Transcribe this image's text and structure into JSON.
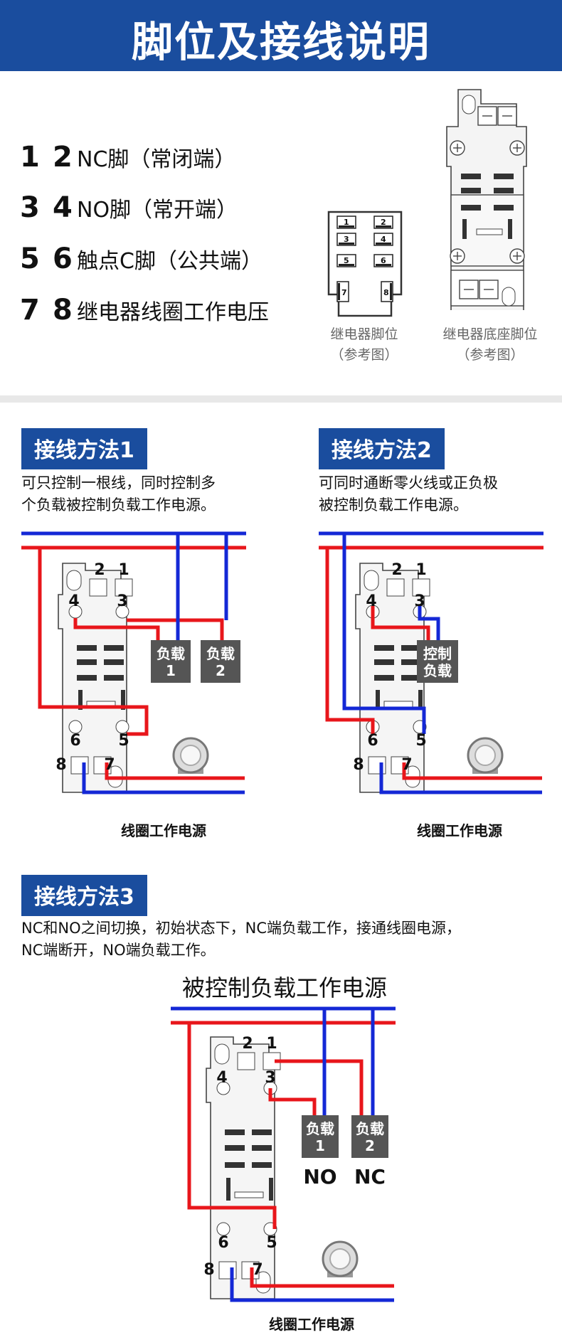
{
  "header": {
    "title": "脚位及接线说明"
  },
  "pins": [
    {
      "n1": "1",
      "n2": "2",
      "desc": "NC脚（常闭端）"
    },
    {
      "n1": "3",
      "n2": "4",
      "desc": "NO脚（常开端）"
    },
    {
      "n1": "5",
      "n2": "6",
      "desc": "触点C脚（公共端）"
    },
    {
      "n1": "7",
      "n2": "8",
      "desc": "继电器线圈工作电压"
    }
  ],
  "relay_pins_caption": {
    "line1": "继电器脚位",
    "line2": "（参考图）"
  },
  "socket_pins_caption": {
    "line1": "继电器底座脚位",
    "line2": "（参考图）"
  },
  "method1": {
    "title": "接线方法1",
    "desc1": "可只控制一根线，同时控制多",
    "desc2": "个负载被控制负载工作电源。",
    "load1": {
      "l1": "负载",
      "l2": "1"
    },
    "load2": {
      "l1": "负载",
      "l2": "2"
    },
    "coil": "线圈工作电源"
  },
  "method2": {
    "title": "接线方法2",
    "desc1": "可同时通断零火线或正负极",
    "desc2": "被控制负载工作电源。",
    "load": {
      "l1": "控制",
      "l2": "负载"
    },
    "coil": "线圈工作电源"
  },
  "method3": {
    "title": "接线方法3",
    "desc1": "NC和NO之间切换，初始状态下，NC端负载工作，接通线圈电源，",
    "desc2": "NC端断开，NO端负载工作。",
    "supply_title": "被控制负载工作电源",
    "load1": {
      "l1": "负载",
      "l2": "1"
    },
    "load2": {
      "l1": "负载",
      "l2": "2"
    },
    "no_label": "NO",
    "nc_label": "NC",
    "coil": "线圈工作电源"
  },
  "socket_pin_labels": [
    "2",
    "1",
    "4",
    "3",
    "6",
    "5",
    "8",
    "7"
  ],
  "relay_pin_labels": [
    "1",
    "2",
    "3",
    "4",
    "5",
    "6",
    "7",
    "8"
  ],
  "colors": {
    "header": "#1a4d9e",
    "wire_red": "#e8161b",
    "wire_blue": "#1428d6",
    "load_box": "#555555"
  }
}
